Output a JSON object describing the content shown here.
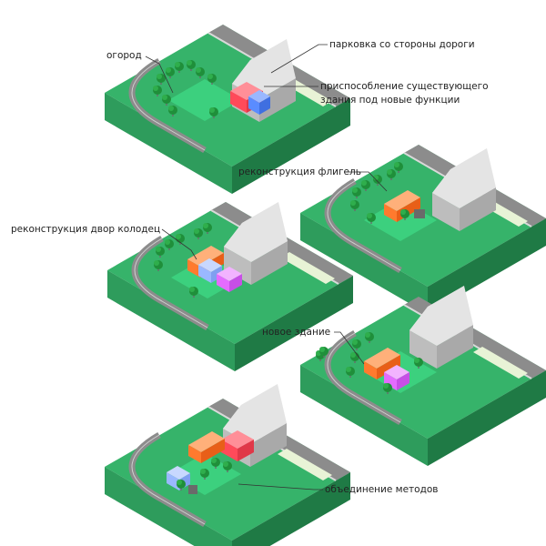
{
  "labels": {
    "garden": "огород",
    "parking": "парковка со стороны дороги",
    "adaptation_line1": "приспособление существующего",
    "adaptation_line2": "здания под новые функции",
    "wing": "реконструкция флигель",
    "courtyard": "реконструкция двор колодец",
    "new_building": "новое здание",
    "combination": "объединение методов"
  },
  "colors": {
    "base_top": "#36b36a",
    "base_left": "#2e9c5c",
    "base_right": "#1f7a45",
    "road": "#8c8c8c",
    "road_edge": "#cfcfcf",
    "lawn": "#3cd07e",
    "tree": "#1f8f3a",
    "house_roof": "#e6e6e6",
    "house_wall": "#bdbdbd",
    "red": "#ff4a5a",
    "blue": "#5a8cff",
    "orange": "#ff7a2e",
    "lightblue": "#9ab8ff",
    "magenta": "#e46bff",
    "leader": "#333333"
  }
}
